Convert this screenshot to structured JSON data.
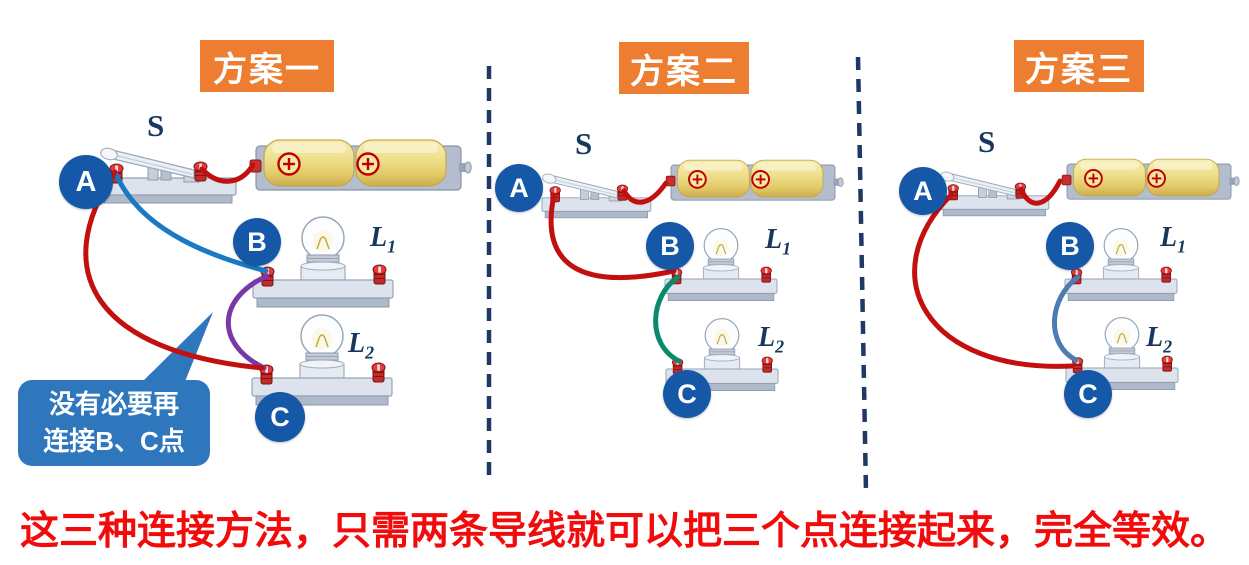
{
  "colors": {
    "panel_title_bg": "#ED7D31",
    "panel_title_text": "#FFFFFF",
    "label_navy": "#17375E",
    "point_circle_fill": "#1558A8",
    "point_circle_text": "#FFFFFF",
    "callout_fill": "#2E77BD",
    "callout_text": "#FFFFFF",
    "divider": "#1F3864",
    "footer_text": "#F20B0B",
    "wire_red": "#C21010",
    "wire_blue": "#1B79C4",
    "wire_purple": "#7838A8",
    "wire_green": "#0A8A6C",
    "wire_steel": "#4D7CB0"
  },
  "panels": [
    {
      "title": "方案一",
      "switch_label": "S",
      "points": [
        "A",
        "B",
        "C"
      ],
      "lamps": [
        {
          "name": "L",
          "sub": "1"
        },
        {
          "name": "L",
          "sub": "2"
        }
      ],
      "wires": [
        {
          "from": "A",
          "to": "B",
          "color_key": "wire_blue"
        },
        {
          "from": "A",
          "to": "C",
          "color_key": "wire_red"
        },
        {
          "from": "B",
          "to": "C",
          "color_key": "wire_purple",
          "note": "redundant wire"
        }
      ]
    },
    {
      "title": "方案二",
      "switch_label": "S",
      "points": [
        "A",
        "B",
        "C"
      ],
      "lamps": [
        {
          "name": "L",
          "sub": "1"
        },
        {
          "name": "L",
          "sub": "2"
        }
      ],
      "wires": [
        {
          "from": "A",
          "to": "B",
          "color_key": "wire_red"
        },
        {
          "from": "B",
          "to": "C",
          "color_key": "wire_green"
        }
      ]
    },
    {
      "title": "方案三",
      "switch_label": "S",
      "points": [
        "A",
        "B",
        "C"
      ],
      "lamps": [
        {
          "name": "L",
          "sub": "1"
        },
        {
          "name": "L",
          "sub": "2"
        }
      ],
      "wires": [
        {
          "from": "A",
          "to": "C",
          "color_key": "wire_red"
        },
        {
          "from": "B",
          "to": "C",
          "color_key": "wire_steel"
        }
      ]
    }
  ],
  "callout": {
    "line1": "没有必要再",
    "line2": "连接B、C点"
  },
  "footer": {
    "text": "这三种连接方法，只需两条导线就可以把三个点连接起来，完全等效。"
  }
}
